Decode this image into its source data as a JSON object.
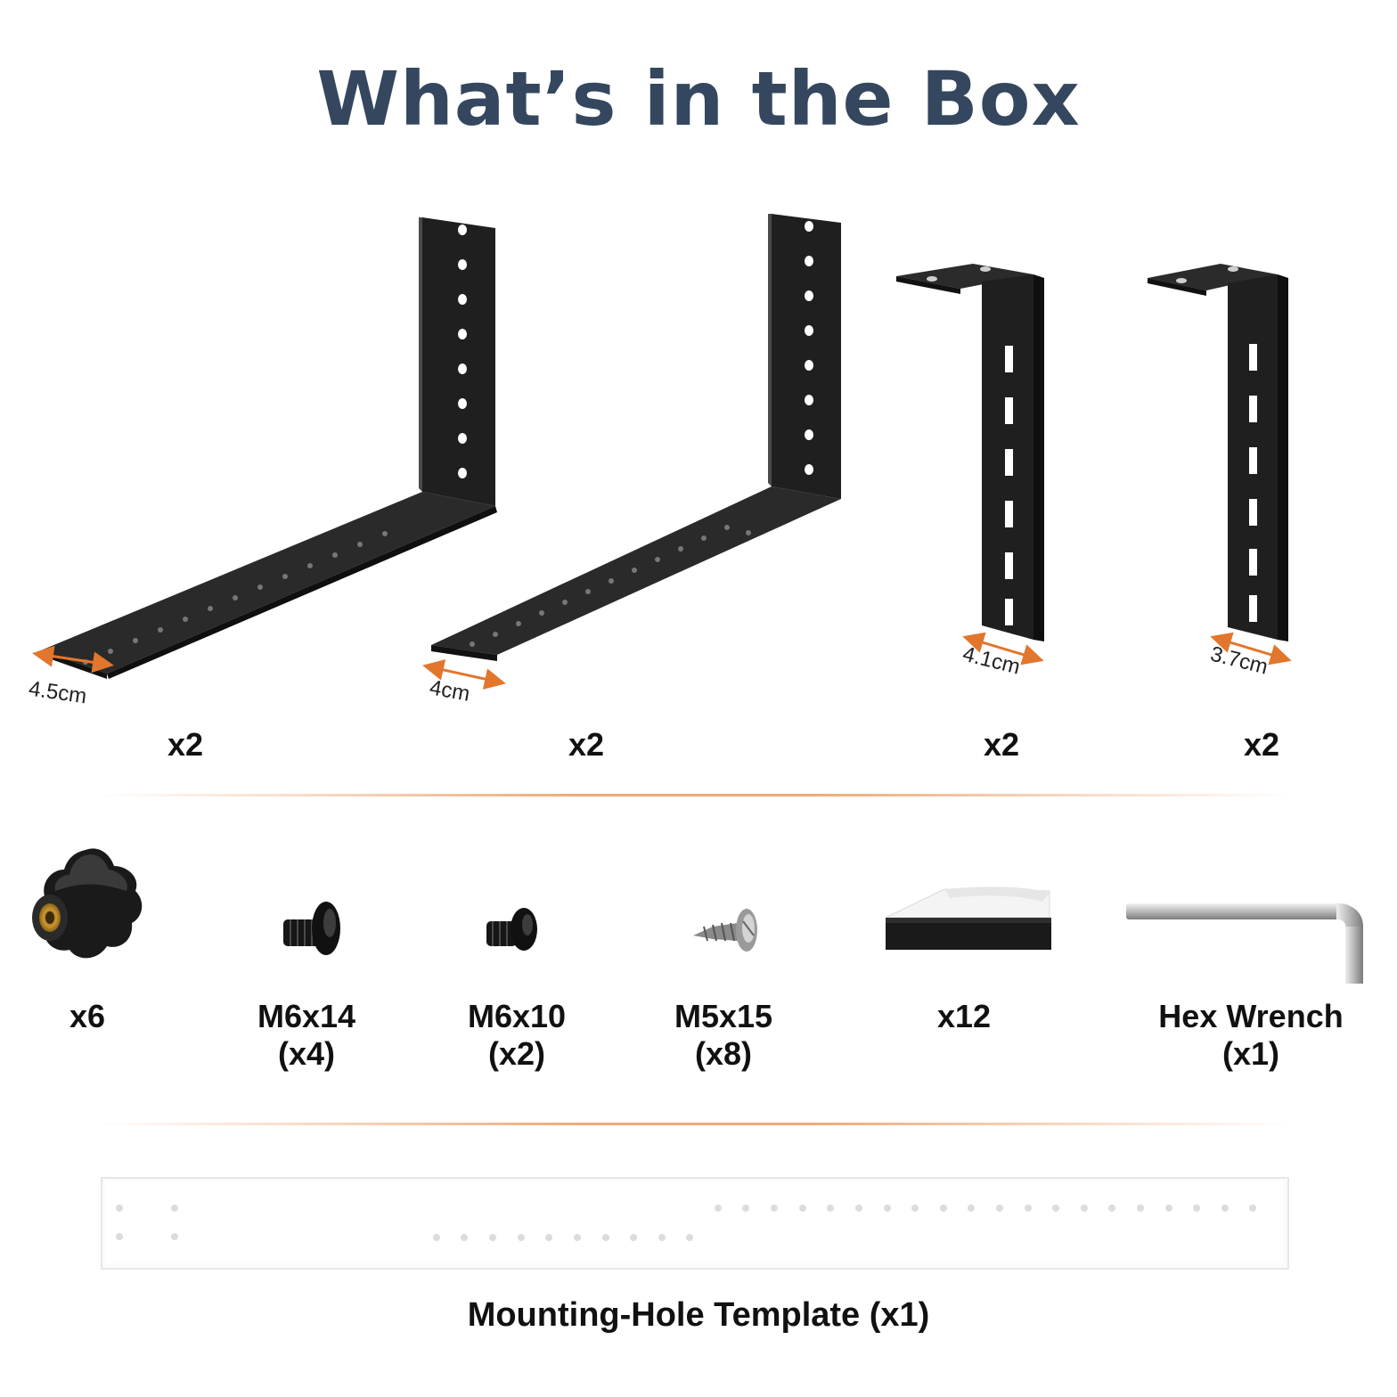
{
  "title": "What’s in the Box",
  "brackets": [
    {
      "width_label": "4.5cm",
      "qty": "x2"
    },
    {
      "width_label": "4cm",
      "qty": "x2"
    },
    {
      "width_label": "4.1cm",
      "qty": "x2"
    },
    {
      "width_label": "3.7cm",
      "qty": "x2"
    }
  ],
  "hardware": [
    {
      "name": "",
      "qty": "x6",
      "icon": "star-knob-icon"
    },
    {
      "name": "M6x14",
      "qty": "(x4)",
      "icon": "bolt-icon"
    },
    {
      "name": "M6x10",
      "qty": "(x2)",
      "icon": "bolt-icon"
    },
    {
      "name": "M5x15",
      "qty": "(x8)",
      "icon": "screw-icon"
    },
    {
      "name": "",
      "qty": "x12",
      "icon": "foam-pad-icon"
    },
    {
      "name": "Hex Wrench",
      "qty": "(x1)",
      "icon": "hex-wrench-icon"
    }
  ],
  "template": {
    "label": "Mounting-Hole Template (x1)"
  },
  "colors": {
    "title": "#34475f",
    "divider": "#e98e4d",
    "dimension_arrow": "#e2762c",
    "metal": "#1c1c1c"
  }
}
